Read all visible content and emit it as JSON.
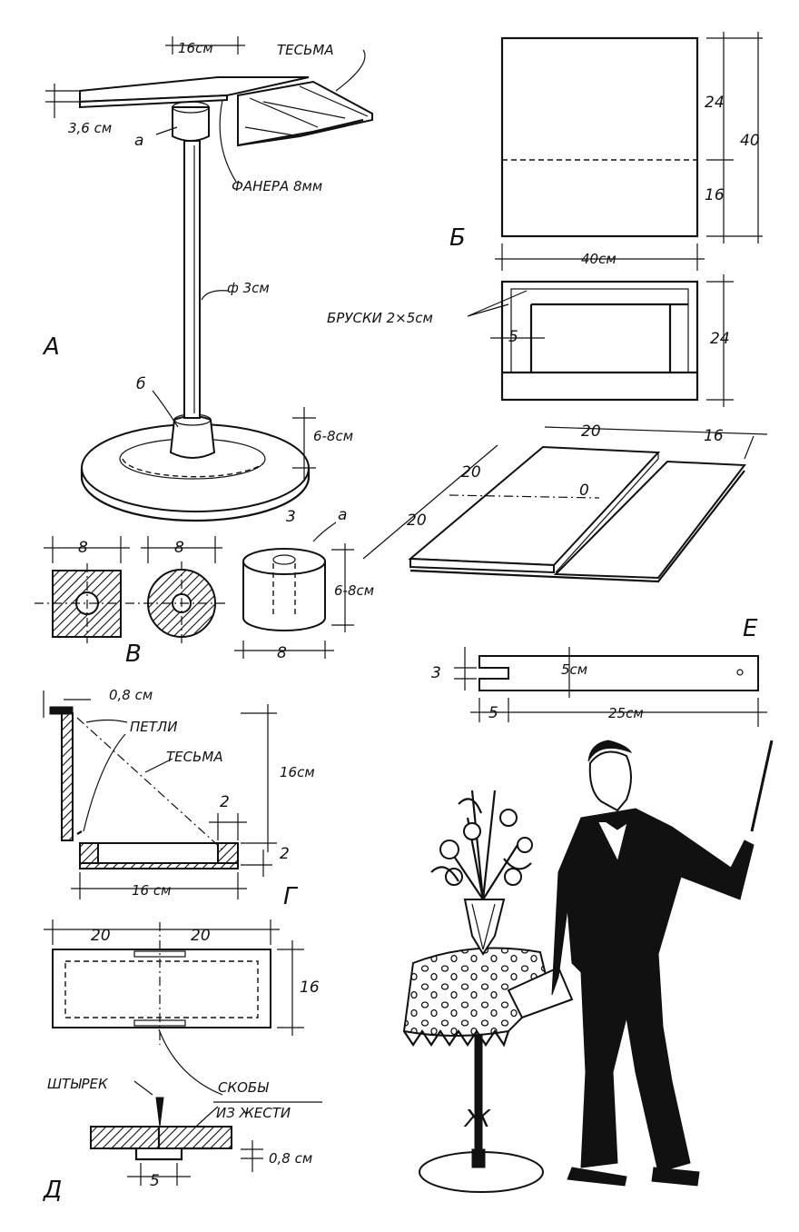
{
  "fig_a": {
    "letter": "А",
    "width_label": "16см",
    "tape_label": "ТЕСЬМА",
    "edge_label": "3,6 см",
    "part_a": "а",
    "plywood_label": "ФАНЕРА 8мм",
    "diameter_label": "ф 3см",
    "part_b": "б",
    "base_label": "6-8см"
  },
  "fig_b": {
    "letter": "Б",
    "top_dim": "24",
    "total_dim": "40",
    "bottom_dim": "16",
    "width_dim": "40см",
    "bars_label": "БРУСКИ 2×5см",
    "bar_dim": "5",
    "frame_dim": "24"
  },
  "fig_e_board": {
    "d1": "20",
    "d2": "16",
    "d3": "20",
    "d4": "20",
    "zero": "0"
  },
  "fig_v": {
    "letter": "В",
    "d1": "8",
    "d2": "8",
    "d3": "3",
    "part": "а",
    "height": "6-8см",
    "d4": "8"
  },
  "fig_e": {
    "letter": "Е",
    "slot": "3",
    "mid": "5см",
    "left": "5",
    "length": "25см"
  },
  "fig_g": {
    "letter": "Г",
    "thick": "0,8 см",
    "hinges": "ПЕТЛИ",
    "tape": "ТЕСЬМА",
    "height": "16см",
    "d2a": "2",
    "d2b": "2",
    "width": "16 см"
  },
  "fig_d": {
    "letter": "Д",
    "left": "20",
    "right": "20",
    "height": "16",
    "pin": "ШТЫРЕК",
    "clips1": "СКОБЫ",
    "clips2": "ИЗ ЖЕСТИ",
    "thick": "0,8 см",
    "gap": "5"
  },
  "fig_zh": {
    "letter": "Ж"
  }
}
